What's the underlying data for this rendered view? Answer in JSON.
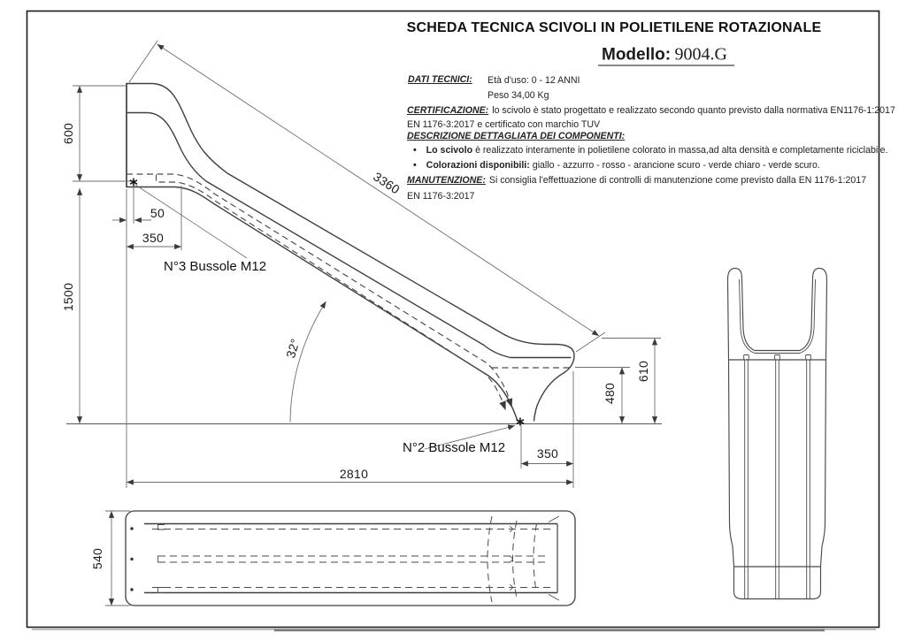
{
  "header": {
    "title": "SCHEDA TECNICA SCIVOLI  IN POLIETILENE ROTAZIONALE",
    "model_label": "Modello:",
    "model_value": "9004.G"
  },
  "info": {
    "dati_label": "DATI TECNICI:",
    "eta": "Età d'uso: 0 - 12 ANNI",
    "peso": "Peso 34,00 Kg",
    "cert_label": "CERTIFICAZIONE:",
    "cert_line1": "lo scivolo è stato progettato e realizzato secondo quanto previsto dalla normativa EN1176-1:2017",
    "cert_line2": "EN 1176-3:2017 e certificato con marchio TUV",
    "descr_label": "DESCRIZIONE DETTAGLIATA DEI COMPONENTI:",
    "bullet1_bold": "Lo scivolo",
    "bullet1_rest": "è realizzato interamente in polietilene  colorato in massa,ad alta densità e completamente riciclabile.",
    "bullet2_bold": "Colorazioni disponibili:",
    "bullet2_rest": "giallo - azzurro - rosso - arancione scuro - verde chiaro - verde scuro.",
    "manut_label": "MANUTENZIONE:",
    "manut_line1": "Si consiglia l'effettuazione di controlli di manutenzione come previsto dalla EN 1176-1:2017",
    "manut_line2": "EN 1176-3:2017"
  },
  "dims": {
    "h600": "600",
    "h1500": "1500",
    "d50": "50",
    "d350_top": "350",
    "len3360": "3360",
    "angle": "32°",
    "h480": "480",
    "h610": "610",
    "d350_bottom": "350",
    "len2810": "2810",
    "w540": "540"
  },
  "labels": {
    "bussole_top": "N°3 Bussole M12",
    "bussole_bottom": "N°2 Bussole M12"
  },
  "colors": {
    "outline": "#3f3f3f",
    "dim_line": "#6e6e6e",
    "text": "#1c1c1c"
  }
}
